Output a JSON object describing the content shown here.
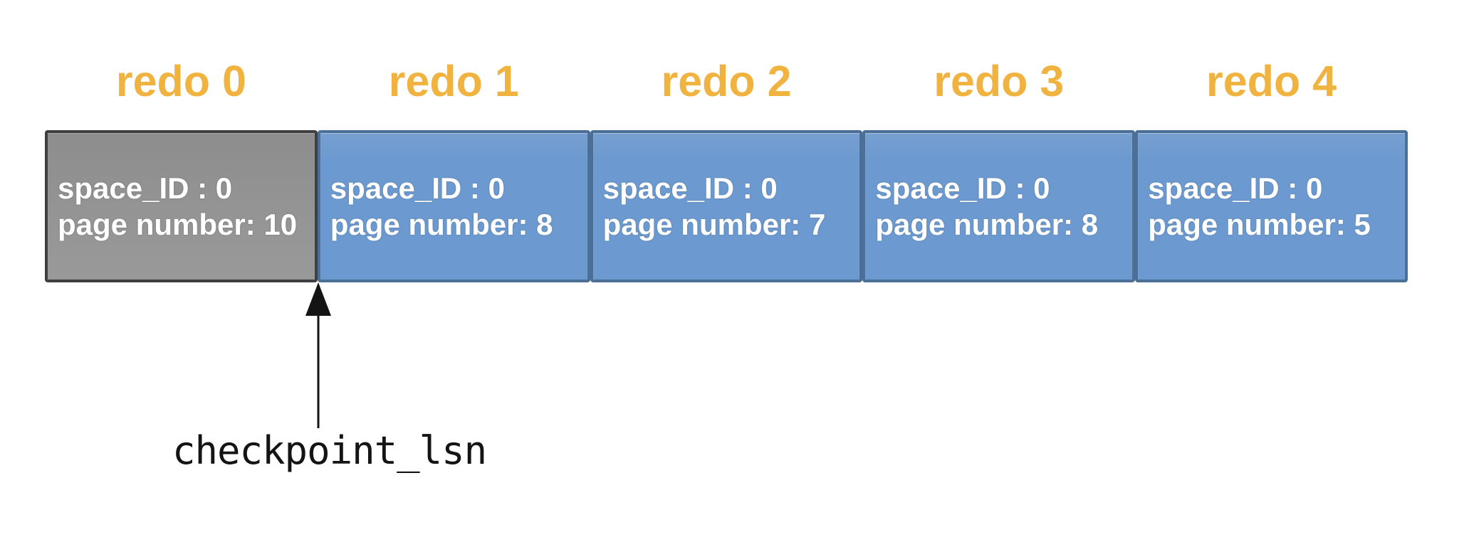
{
  "diagram": {
    "title_hint": "redo log files ring with checkpoint pointer",
    "redo_labels": [
      "redo 0",
      "redo 1",
      "redo 2",
      "redo 3",
      "redo 4"
    ],
    "blocks": [
      {
        "name": "redo 0",
        "line1": "space_ID : 0",
        "line2": "page number: 10",
        "fill": "gray"
      },
      {
        "name": "redo 1",
        "line1": "space_ID : 0",
        "line2": "page number: 8",
        "fill": "blue"
      },
      {
        "name": "redo 2",
        "line1": "space_ID : 0",
        "line2": "page number: 7",
        "fill": "blue"
      },
      {
        "name": "redo 3",
        "line1": "space_ID : 0",
        "line2": "page number: 8",
        "fill": "blue"
      },
      {
        "name": "redo 4",
        "line1": "space_ID : 0",
        "line2": "page number: 5",
        "fill": "blue"
      }
    ],
    "checkpoint_label": "checkpoint_lsn",
    "colors": {
      "redo_label": "#F1B33F",
      "block_blue_fill": "#6C9AD0",
      "block_blue_border": "#4C6F96",
      "block_gray_fill": "#929292",
      "block_gray_border": "#3F3F3F",
      "block_text": "#FFFFFF",
      "annotation_text": "#141414",
      "background": "#FFFFFF"
    }
  }
}
